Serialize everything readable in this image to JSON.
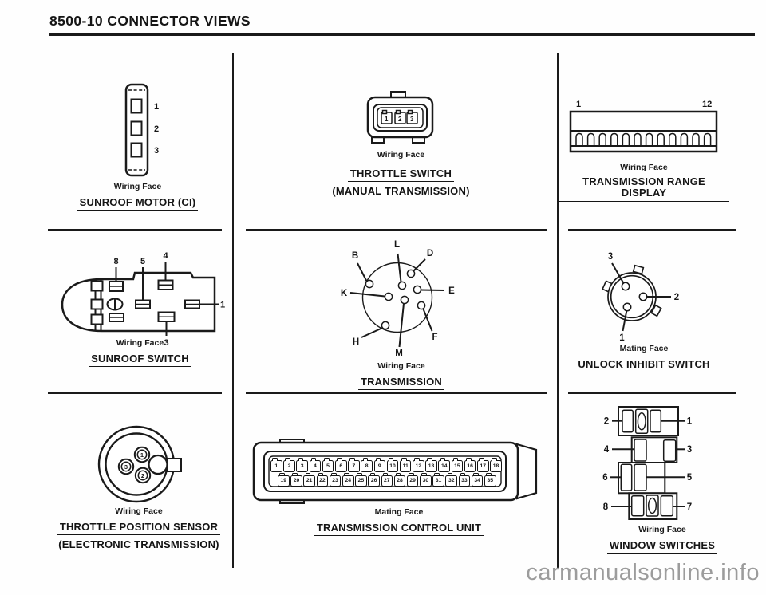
{
  "page": {
    "title": "8500-10 CONNECTOR VIEWS",
    "watermark": "carmanualsonline.info"
  },
  "cells": {
    "sunroof_motor": {
      "face": "Wiring Face",
      "name": "SUNROOF MOTOR (CI)",
      "pin1": "1",
      "pin2": "2",
      "pin3": "3"
    },
    "throttle_switch": {
      "face": "Wiring Face",
      "name": "THROTTLE SWITCH",
      "subtitle": "(MANUAL TRANSMISSION)",
      "pin1": "1",
      "pin2": "2",
      "pin3": "3"
    },
    "transmission_range_display": {
      "face": "Wiring Face",
      "name": "TRANSMISSION RANGE DISPLAY",
      "pin_first": "1",
      "pin_last": "12"
    },
    "sunroof_switch": {
      "face": "Wiring Face",
      "name": "SUNROOF SWITCH",
      "pin8": "8",
      "pin5": "5",
      "pin4": "4",
      "pin1": "1",
      "pin3": "3"
    },
    "transmission": {
      "face": "Wiring Face",
      "name": "TRANSMISSION",
      "pinB": "B",
      "pinL": "L",
      "pinD": "D",
      "pinK": "K",
      "pinE": "E",
      "pinH": "H",
      "pinM": "M",
      "pinF": "F"
    },
    "unlock_inhibit_switch": {
      "face": "Mating Face",
      "name": "UNLOCK INHIBIT SWITCH",
      "pin3": "3",
      "pin2": "2",
      "pin1": "1"
    },
    "throttle_position_sensor": {
      "face": "Wiring Face",
      "name": "THROTTLE POSITION SENSOR",
      "subtitle": "(ELECTRONIC TRANSMISSION)",
      "pin1": "1",
      "pin2": "2",
      "pin3": "3"
    },
    "transmission_control_unit": {
      "face": "Mating Face",
      "name": "TRANSMISSION CONTROL UNIT",
      "pins_row1": [
        "1",
        "2",
        "3",
        "4",
        "5",
        "6",
        "7",
        "8",
        "9",
        "10",
        "11",
        "12",
        "13",
        "14",
        "15",
        "16",
        "17",
        "18"
      ],
      "pins_row2": [
        "19",
        "20",
        "21",
        "22",
        "23",
        "24",
        "25",
        "26",
        "27",
        "28",
        "29",
        "30",
        "31",
        "32",
        "33",
        "34",
        "35"
      ]
    },
    "window_switches": {
      "face": "Wiring Face",
      "name": "WINDOW SWITCHES",
      "pin2": "2",
      "pin1": "1",
      "pin4": "4",
      "pin3": "3",
      "pin6": "6",
      "pin5": "5",
      "pin8": "8",
      "pin7": "7"
    }
  }
}
